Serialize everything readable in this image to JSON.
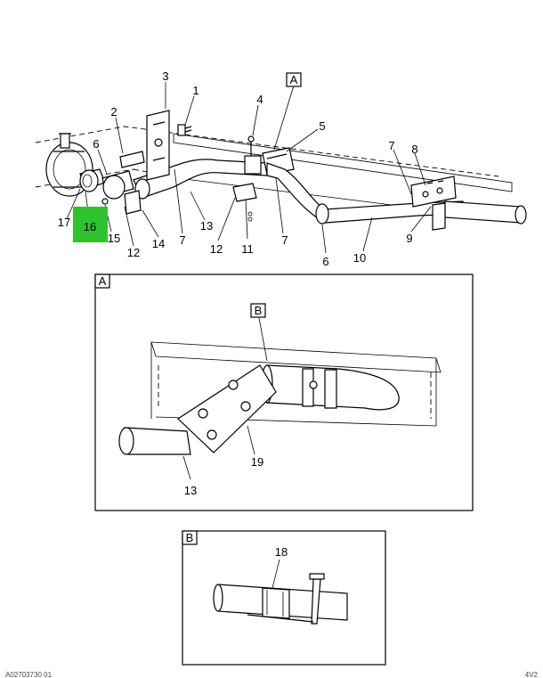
{
  "callouts": {
    "c1": "1",
    "c2": "2",
    "c3": "3",
    "c4": "4",
    "c5": "5",
    "c6a": "6",
    "c6b": "6",
    "c7a": "7",
    "c7b": "7",
    "c7c": "7",
    "c8": "8",
    "c9": "9",
    "c10": "10",
    "c11": "11",
    "c12a": "12",
    "c12b": "12",
    "c13a": "13",
    "c13b": "13",
    "c14": "14",
    "c15": "15",
    "c16": "16",
    "c17": "17",
    "c18": "18",
    "c19": "19"
  },
  "view_labels": {
    "a_main": "A",
    "a_detail": "A",
    "b_detail": "B",
    "b_inset": "B"
  },
  "highlight": {
    "part": "16",
    "color": "#2ec32e"
  },
  "footer": {
    "left": "A02703730 01",
    "right": "4V2"
  }
}
